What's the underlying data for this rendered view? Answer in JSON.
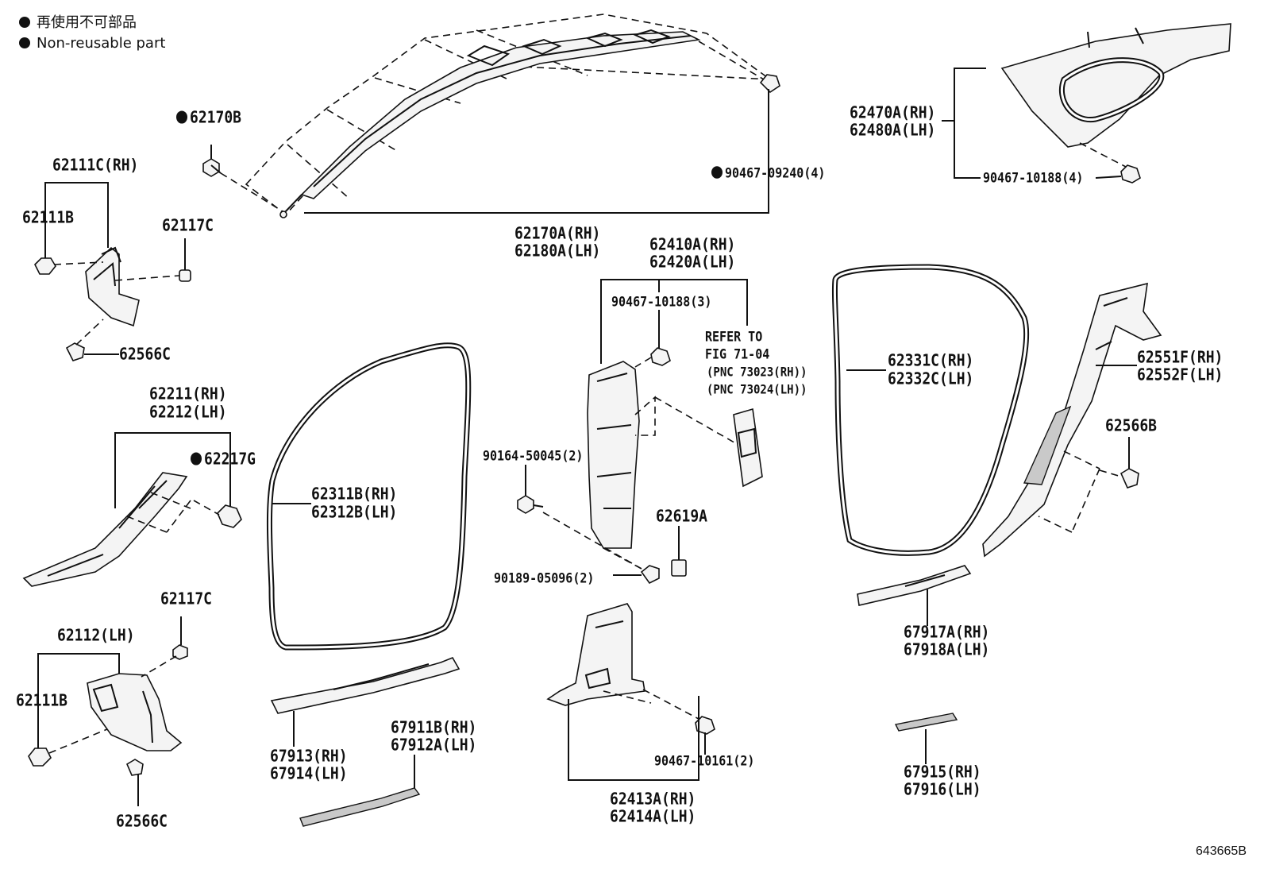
{
  "legend": {
    "non_reusable_jp": "再使用不可部品",
    "non_reusable_en": "Non-reusable part"
  },
  "labels": {
    "p62170B": "62170B",
    "p62111C_RH": "62111C(RH)",
    "p62111B_top": "62111B",
    "p62117C_top": "62117C",
    "p62566C_top": "62566C",
    "p62211_RH": "62211(RH)",
    "p62212_LH": "62212(LH)",
    "p62217G": "62217G",
    "p62117C_bottom": "62117C",
    "p62112_LH": "62112(LH)",
    "p62111B_bottom": "62111B",
    "p62566C_bottom": "62566C",
    "p62170A_RH": "62170A(RH)",
    "p62180A_LH": "62180A(LH)",
    "p90467_09240": "90467-09240(4)",
    "p62311B_RH": "62311B(RH)",
    "p62312B_LH": "62312B(LH)",
    "p67913_RH": "67913(RH)",
    "p67914_LH": "67914(LH)",
    "p67911B_RH": "67911B(RH)",
    "p67912A_LH": "67912A(LH)",
    "p62410A_RH": "62410A(RH)",
    "p62420A_LH": "62420A(LH)",
    "p90467_10188_3": "90467-10188(3)",
    "refer_line1": "REFER TO",
    "refer_line2": "FIG 71-04",
    "refer_line3": "(PNC 73023(RH))",
    "refer_line4": "(PNC 73024(LH))",
    "p90164_50045": "90164-50045(2)",
    "p62619A": "62619A",
    "p90189_05096": "90189-05096(2)",
    "p90467_10161": "90467-10161(2)",
    "p62413A_RH": "62413A(RH)",
    "p62414A_LH": "62414A(LH)",
    "p62470A_RH": "62470A(RH)",
    "p62480A_LH": "62480A(LH)",
    "p90467_10188_4": "90467-10188(4)",
    "p62331C_RH": "62331C(RH)",
    "p62332C_LH": "62332C(LH)",
    "p62551F_RH": "62551F(RH)",
    "p62552F_LH": "62552F(LH)",
    "p62566B": "62566B",
    "p67917A_RH": "67917A(RH)",
    "p67918A_LH": "67918A(LH)",
    "p67915_RH": "67915(RH)",
    "p67916_LH": "67916(LH)"
  },
  "figure_id": "643665B"
}
